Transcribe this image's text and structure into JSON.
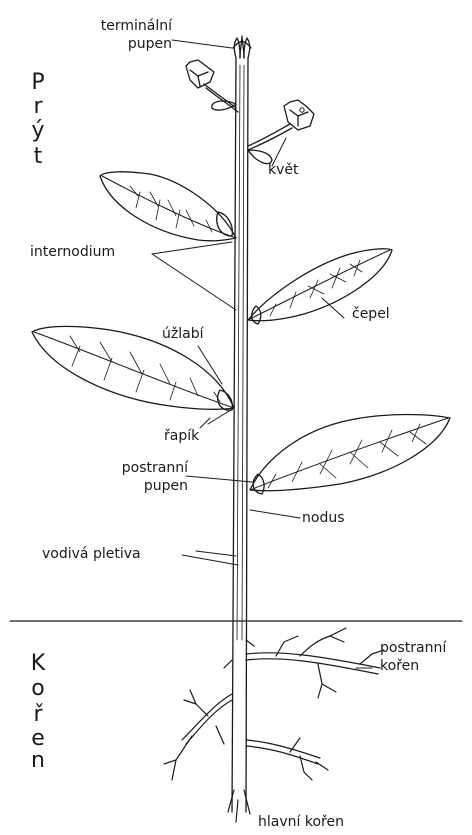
{
  "sections": {
    "shoot_letters": [
      "P",
      "r",
      "ý",
      "t"
    ],
    "root_letters": [
      "K",
      "o",
      "ř",
      "e",
      "n"
    ]
  },
  "labels": {
    "terminal_bud": [
      "terminální",
      "pupen"
    ],
    "flower": "květ",
    "internode": "internodium",
    "blade": "čepel",
    "axil": "úžlabí",
    "petiole": "řapík",
    "lateral_bud": [
      "postranní",
      "pupen"
    ],
    "node": "nodus",
    "vascular_tissue": "vodivá pletiva",
    "lateral_root": [
      "postranní",
      "kořen"
    ],
    "main_root": "hlavní kořen"
  },
  "colors": {
    "ink": "#1a1a1a",
    "paper": "#ffffff"
  }
}
